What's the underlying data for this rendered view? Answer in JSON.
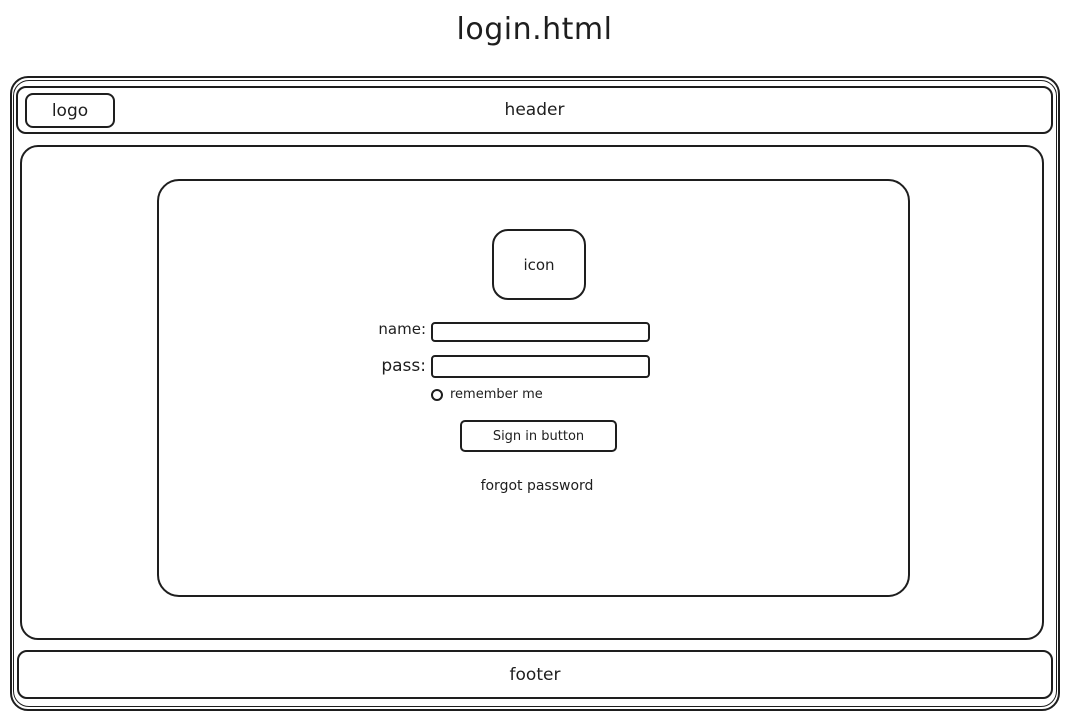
{
  "page_title": "login.html",
  "header": {
    "label": "header",
    "logo_label": "logo"
  },
  "login_card": {
    "icon_label": "icon",
    "name_label": "name:",
    "pass_label": "pass:",
    "name_value": "",
    "pass_value": "",
    "remember_label": "remember me",
    "signin_label": "Sign in button",
    "forgot_label": "forgot password"
  },
  "footer": {
    "label": "footer"
  }
}
